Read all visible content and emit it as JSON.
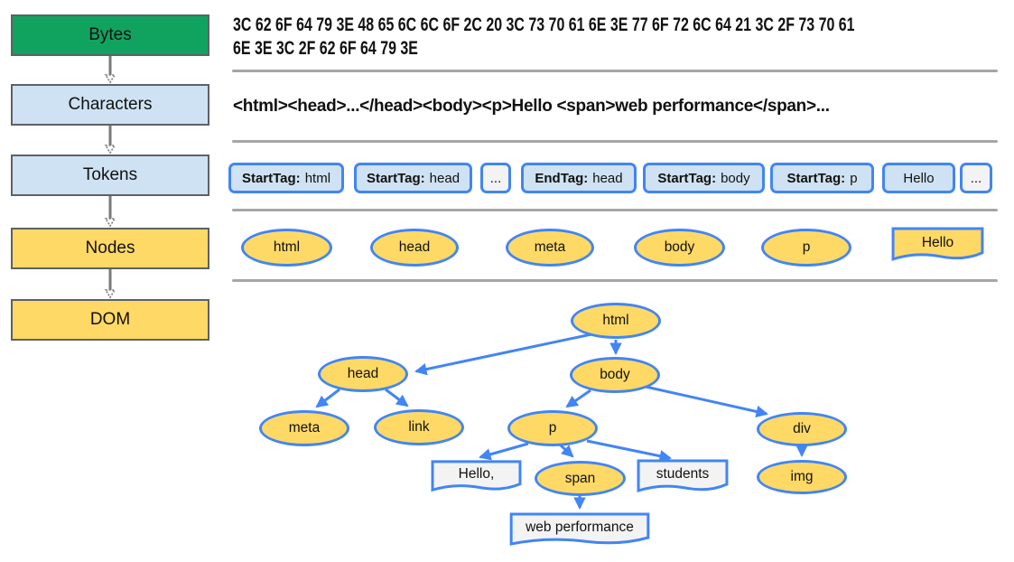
{
  "palette": {
    "stage_green": "#10a35f",
    "stage_light_blue": "#cfe2f3",
    "stage_yellow": "#ffd966",
    "node_border_blue": "#4285f4",
    "box_border_gray": "#5d6166",
    "divider_gray": "#a6a6a6",
    "text_flag_fill": "#f3f3f4"
  },
  "pipeline": {
    "stages": [
      {
        "label": "Bytes"
      },
      {
        "label": "Characters"
      },
      {
        "label": "Tokens"
      },
      {
        "label": "Nodes"
      },
      {
        "label": "DOM"
      }
    ]
  },
  "bytes_row": {
    "line1": "3C 62 6F 64 79 3E 48 65 6C 6C 6F 2C 20 3C 73 70 61 6E 3E 77 6F 72 6C 64 21 3C 2F 73 70 61",
    "line2": "6E 3E 3C 2F 62 6F 64 79 3E"
  },
  "characters_row": {
    "text": "<html><head>...</head><body><p>Hello <span>web performance</span>..."
  },
  "tokens_row": {
    "items": [
      {
        "tag": "StartTag:",
        "name": "html",
        "variant": "token"
      },
      {
        "tag": "StartTag:",
        "name": "head",
        "variant": "token"
      },
      {
        "tag": "",
        "name": "...",
        "variant": "ellipsis"
      },
      {
        "tag": "EndTag:",
        "name": "head",
        "variant": "token"
      },
      {
        "tag": "StartTag:",
        "name": "body",
        "variant": "token"
      },
      {
        "tag": "StartTag:",
        "name": "p",
        "variant": "token"
      },
      {
        "tag": "",
        "name": "Hello",
        "variant": "token"
      },
      {
        "tag": "",
        "name": "...",
        "variant": "ellipsis"
      }
    ]
  },
  "nodes_row": {
    "items": [
      {
        "label": "html",
        "shape": "ellipse"
      },
      {
        "label": "head",
        "shape": "ellipse"
      },
      {
        "label": "meta",
        "shape": "ellipse"
      },
      {
        "label": "body",
        "shape": "ellipse"
      },
      {
        "label": "p",
        "shape": "ellipse"
      },
      {
        "label": "Hello",
        "shape": "text-flag"
      }
    ]
  },
  "dom_tree": {
    "nodes": {
      "html": "html",
      "head": "head",
      "body": "body",
      "meta": "meta",
      "link": "link",
      "p": "p",
      "div": "div",
      "img": "img",
      "hello": "Hello,",
      "span": "span",
      "students": "students",
      "webperf": "web performance"
    },
    "edges": [
      "html->head",
      "html->body",
      "head->meta",
      "head->link",
      "body->p",
      "body->div",
      "p->hello",
      "p->span",
      "p->students",
      "span->webperf",
      "div->img"
    ]
  }
}
